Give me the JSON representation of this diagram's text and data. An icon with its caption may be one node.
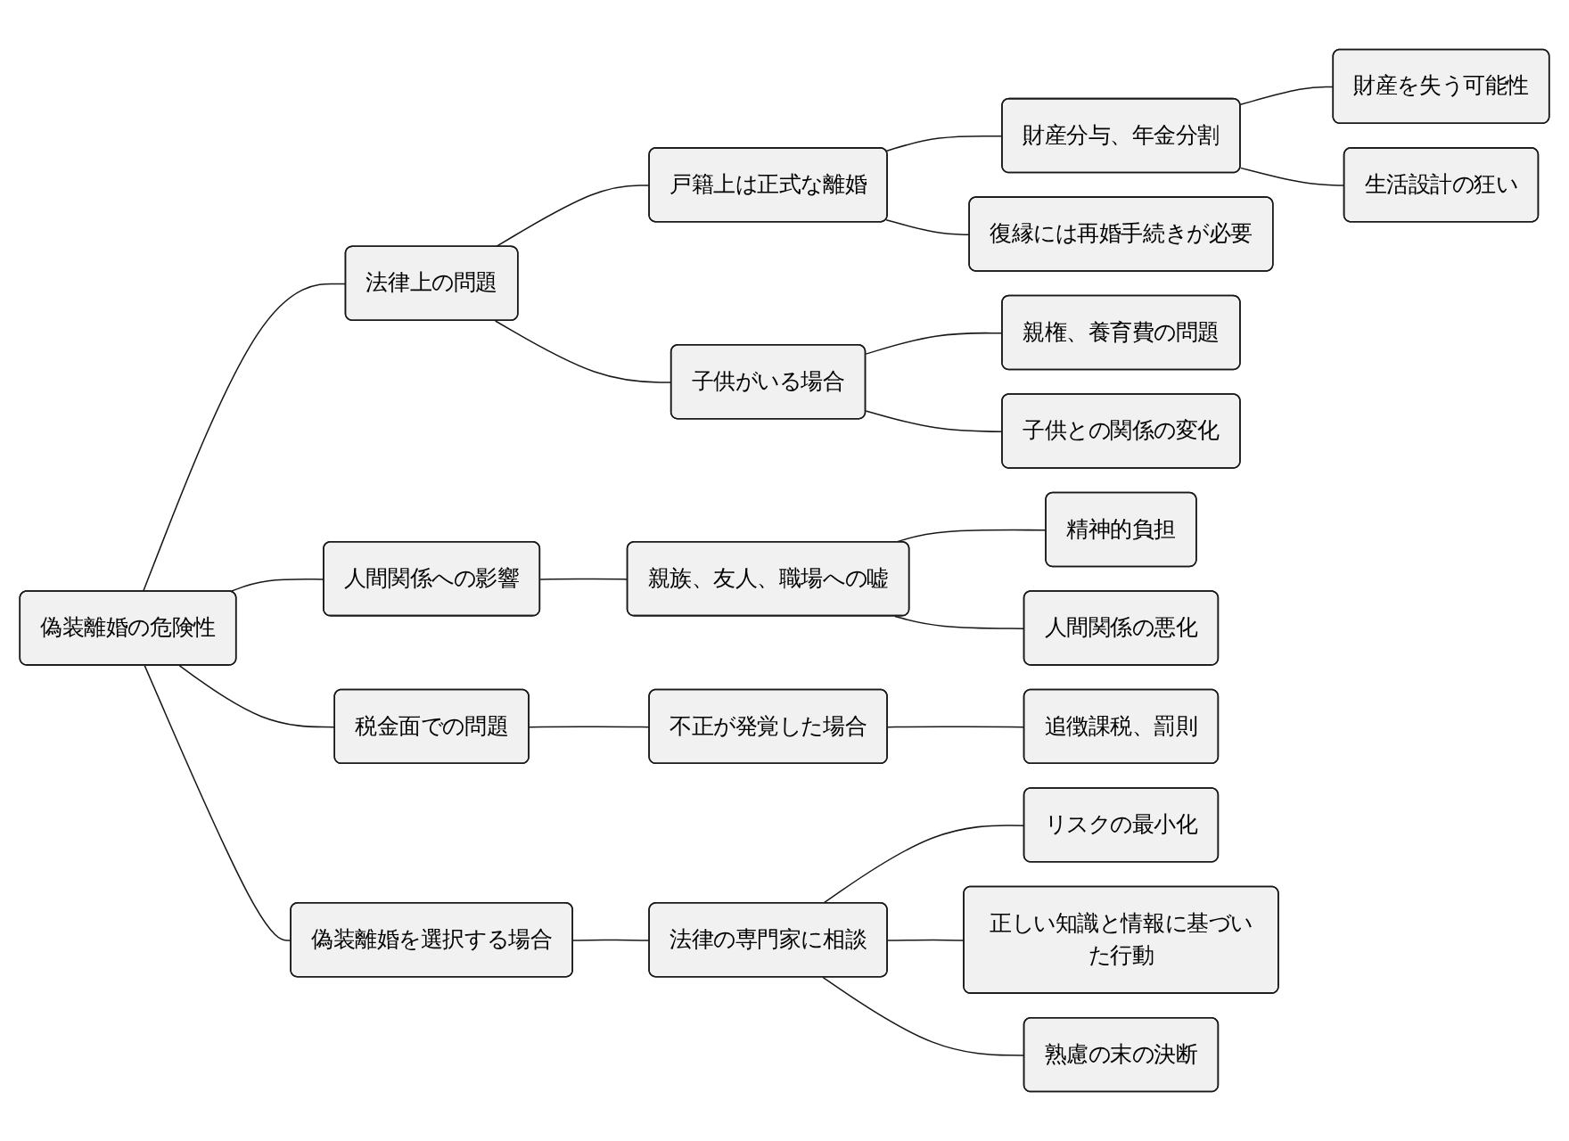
{
  "diagram": {
    "nodes": [
      {
        "text": [
          "偽装離婚の危険性"
        ]
      },
      {
        "text": [
          "法律上の問題"
        ]
      },
      {
        "text": [
          "戸籍上は正式な離婚"
        ]
      },
      {
        "text": [
          "財産分与、年金分割"
        ]
      },
      {
        "text": [
          "財産を失う可能性"
        ]
      },
      {
        "text": [
          "生活設計の狂い"
        ]
      },
      {
        "text": [
          "復縁には再婚手続きが必要"
        ]
      },
      {
        "text": [
          "子供がいる場合"
        ]
      },
      {
        "text": [
          "親権、養育費の問題"
        ]
      },
      {
        "text": [
          "子供との関係の変化"
        ]
      },
      {
        "text": [
          "人間関係への影響"
        ]
      },
      {
        "text": [
          "親族、友人、職場への嘘"
        ]
      },
      {
        "text": [
          "精神的負担"
        ]
      },
      {
        "text": [
          "人間関係の悪化"
        ]
      },
      {
        "text": [
          "税金面での問題"
        ]
      },
      {
        "text": [
          "不正が発覚した場合"
        ]
      },
      {
        "text": [
          "追徴課税、罰則"
        ]
      },
      {
        "text": [
          "偽装離婚を選択する場合"
        ]
      },
      {
        "text": [
          "法律の専門家に相談"
        ]
      },
      {
        "text": [
          "リスクの最小化"
        ]
      },
      {
        "text": [
          "正しい知識と情報に基づいた行動"
        ]
      },
      {
        "text": [
          "熟慮の末の決断"
        ]
      }
    ],
    "edges": [
      {
        "from": 0,
        "to": 1,
        "arrow": "none"
      },
      {
        "from": 1,
        "to": 2,
        "arrow": "none"
      },
      {
        "from": 2,
        "to": 3,
        "arrow": "none"
      },
      {
        "from": 3,
        "to": 4,
        "arrow": "none"
      },
      {
        "from": 3,
        "to": 5,
        "arrow": "none"
      },
      {
        "from": 2,
        "to": 6,
        "arrow": "none"
      },
      {
        "from": 1,
        "to": 7,
        "arrow": "none"
      },
      {
        "from": 7,
        "to": 8,
        "arrow": "none"
      },
      {
        "from": 7,
        "to": 9,
        "arrow": "none"
      },
      {
        "from": 0,
        "to": 10,
        "arrow": "none"
      },
      {
        "from": 10,
        "to": 11,
        "arrow": "none"
      },
      {
        "from": 11,
        "to": 12,
        "arrow": "none"
      },
      {
        "from": 11,
        "to": 13,
        "arrow": "none"
      },
      {
        "from": 0,
        "to": 14,
        "arrow": "none"
      },
      {
        "from": 14,
        "to": 15,
        "arrow": "none"
      },
      {
        "from": 15,
        "to": 16,
        "arrow": "none"
      },
      {
        "from": 0,
        "to": 17,
        "arrow": "none"
      },
      {
        "from": 17,
        "to": 18,
        "arrow": "none"
      },
      {
        "from": 18,
        "to": 19,
        "arrow": "none"
      },
      {
        "from": 18,
        "to": 20,
        "arrow": "none"
      },
      {
        "from": 18,
        "to": 21,
        "arrow": "none"
      }
    ]
  }
}
